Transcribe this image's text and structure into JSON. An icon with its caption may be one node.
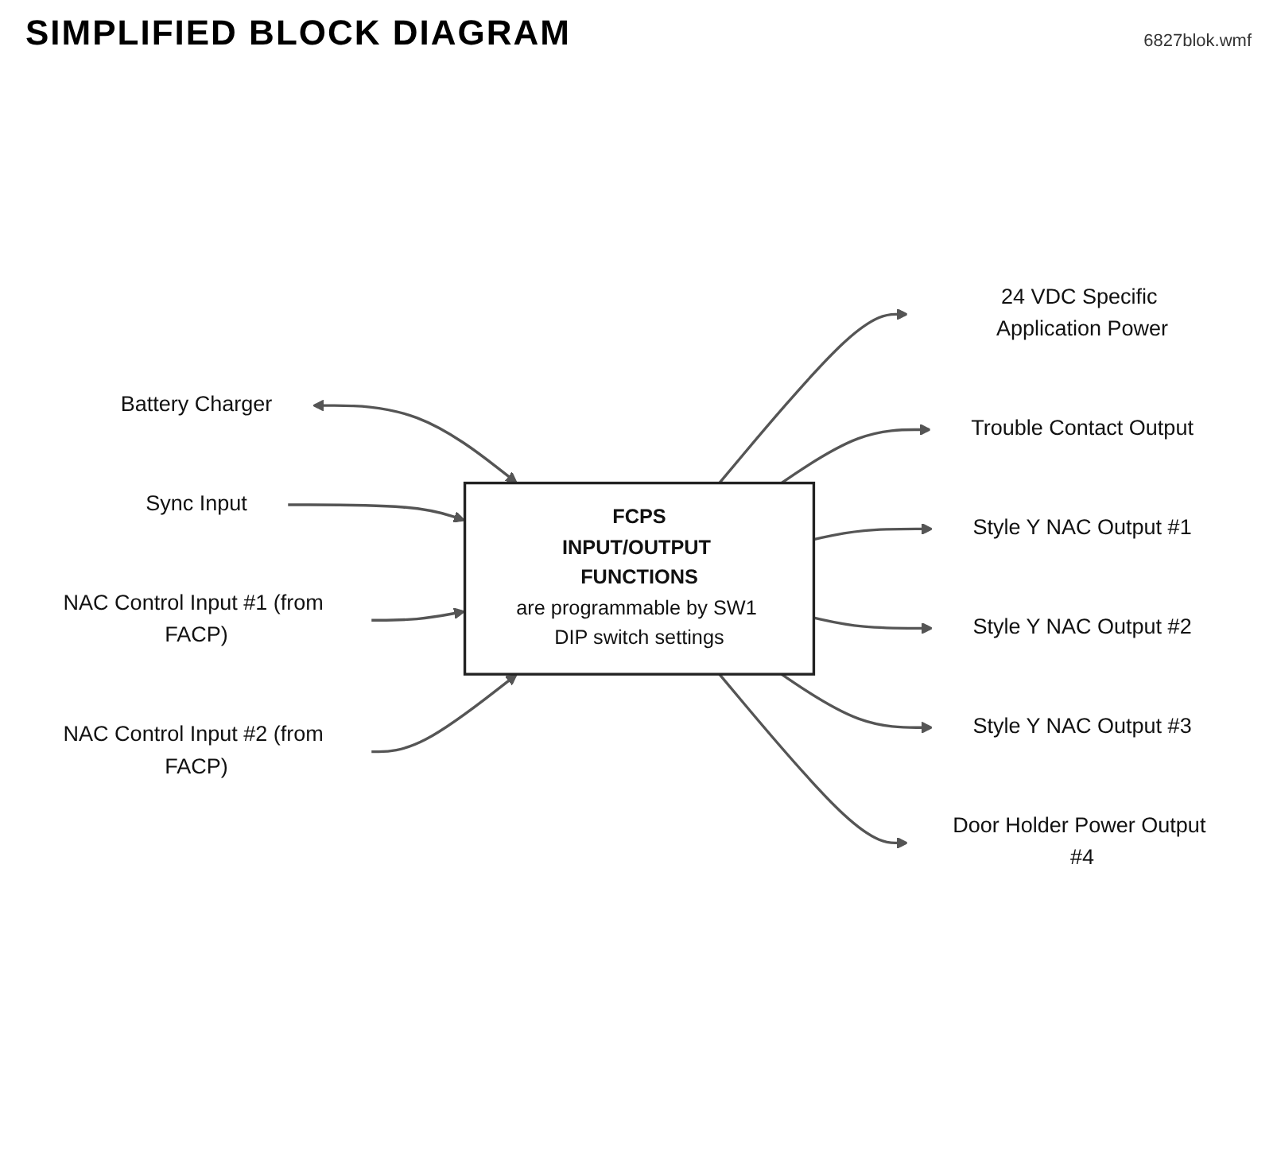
{
  "diagram": {
    "title": "SIMPLIFIED BLOCK DIAGRAM",
    "nodes": [
      {
        "text": [
          "FCPS",
          "INPUT/OUTPUT FUNCTIONS",
          "are programmable by SW1 DIP switch settings"
        ]
      },
      {
        "text": [
          "Battery Charger"
        ]
      },
      {
        "text": [
          "Sync Input"
        ]
      },
      {
        "text": [
          "NAC Control Input #1 (from FACP)"
        ]
      },
      {
        "text": [
          "NAC Control Input #2 (from FACP)"
        ]
      },
      {
        "text": [
          "24 VDC Specific Application Power"
        ]
      },
      {
        "text": [
          "Trouble Contact Output"
        ]
      },
      {
        "text": [
          "Style Y NAC Output #1"
        ]
      },
      {
        "text": [
          "Style Y NAC Output #2"
        ]
      },
      {
        "text": [
          "Style Y NAC Output #3"
        ]
      },
      {
        "text": [
          "Door Holder Power Output #4"
        ]
      }
    ],
    "edges": [
      {
        "from": 1,
        "to": 0,
        "arrow": "both"
      },
      {
        "from": 2,
        "to": 0,
        "arrow": "to"
      },
      {
        "from": 3,
        "to": 0,
        "arrow": "to"
      },
      {
        "from": 4,
        "to": 0,
        "arrow": "to"
      },
      {
        "from": 0,
        "to": 5,
        "arrow": "to"
      },
      {
        "from": 0,
        "to": 6,
        "arrow": "to"
      },
      {
        "from": 0,
        "to": 7,
        "arrow": "to"
      },
      {
        "from": 0,
        "to": 8,
        "arrow": "to"
      },
      {
        "from": 0,
        "to": 9,
        "arrow": "to"
      },
      {
        "from": 0,
        "to": 10,
        "arrow": "to"
      }
    ],
    "labels": [
      "6827blok.wmf"
    ]
  }
}
